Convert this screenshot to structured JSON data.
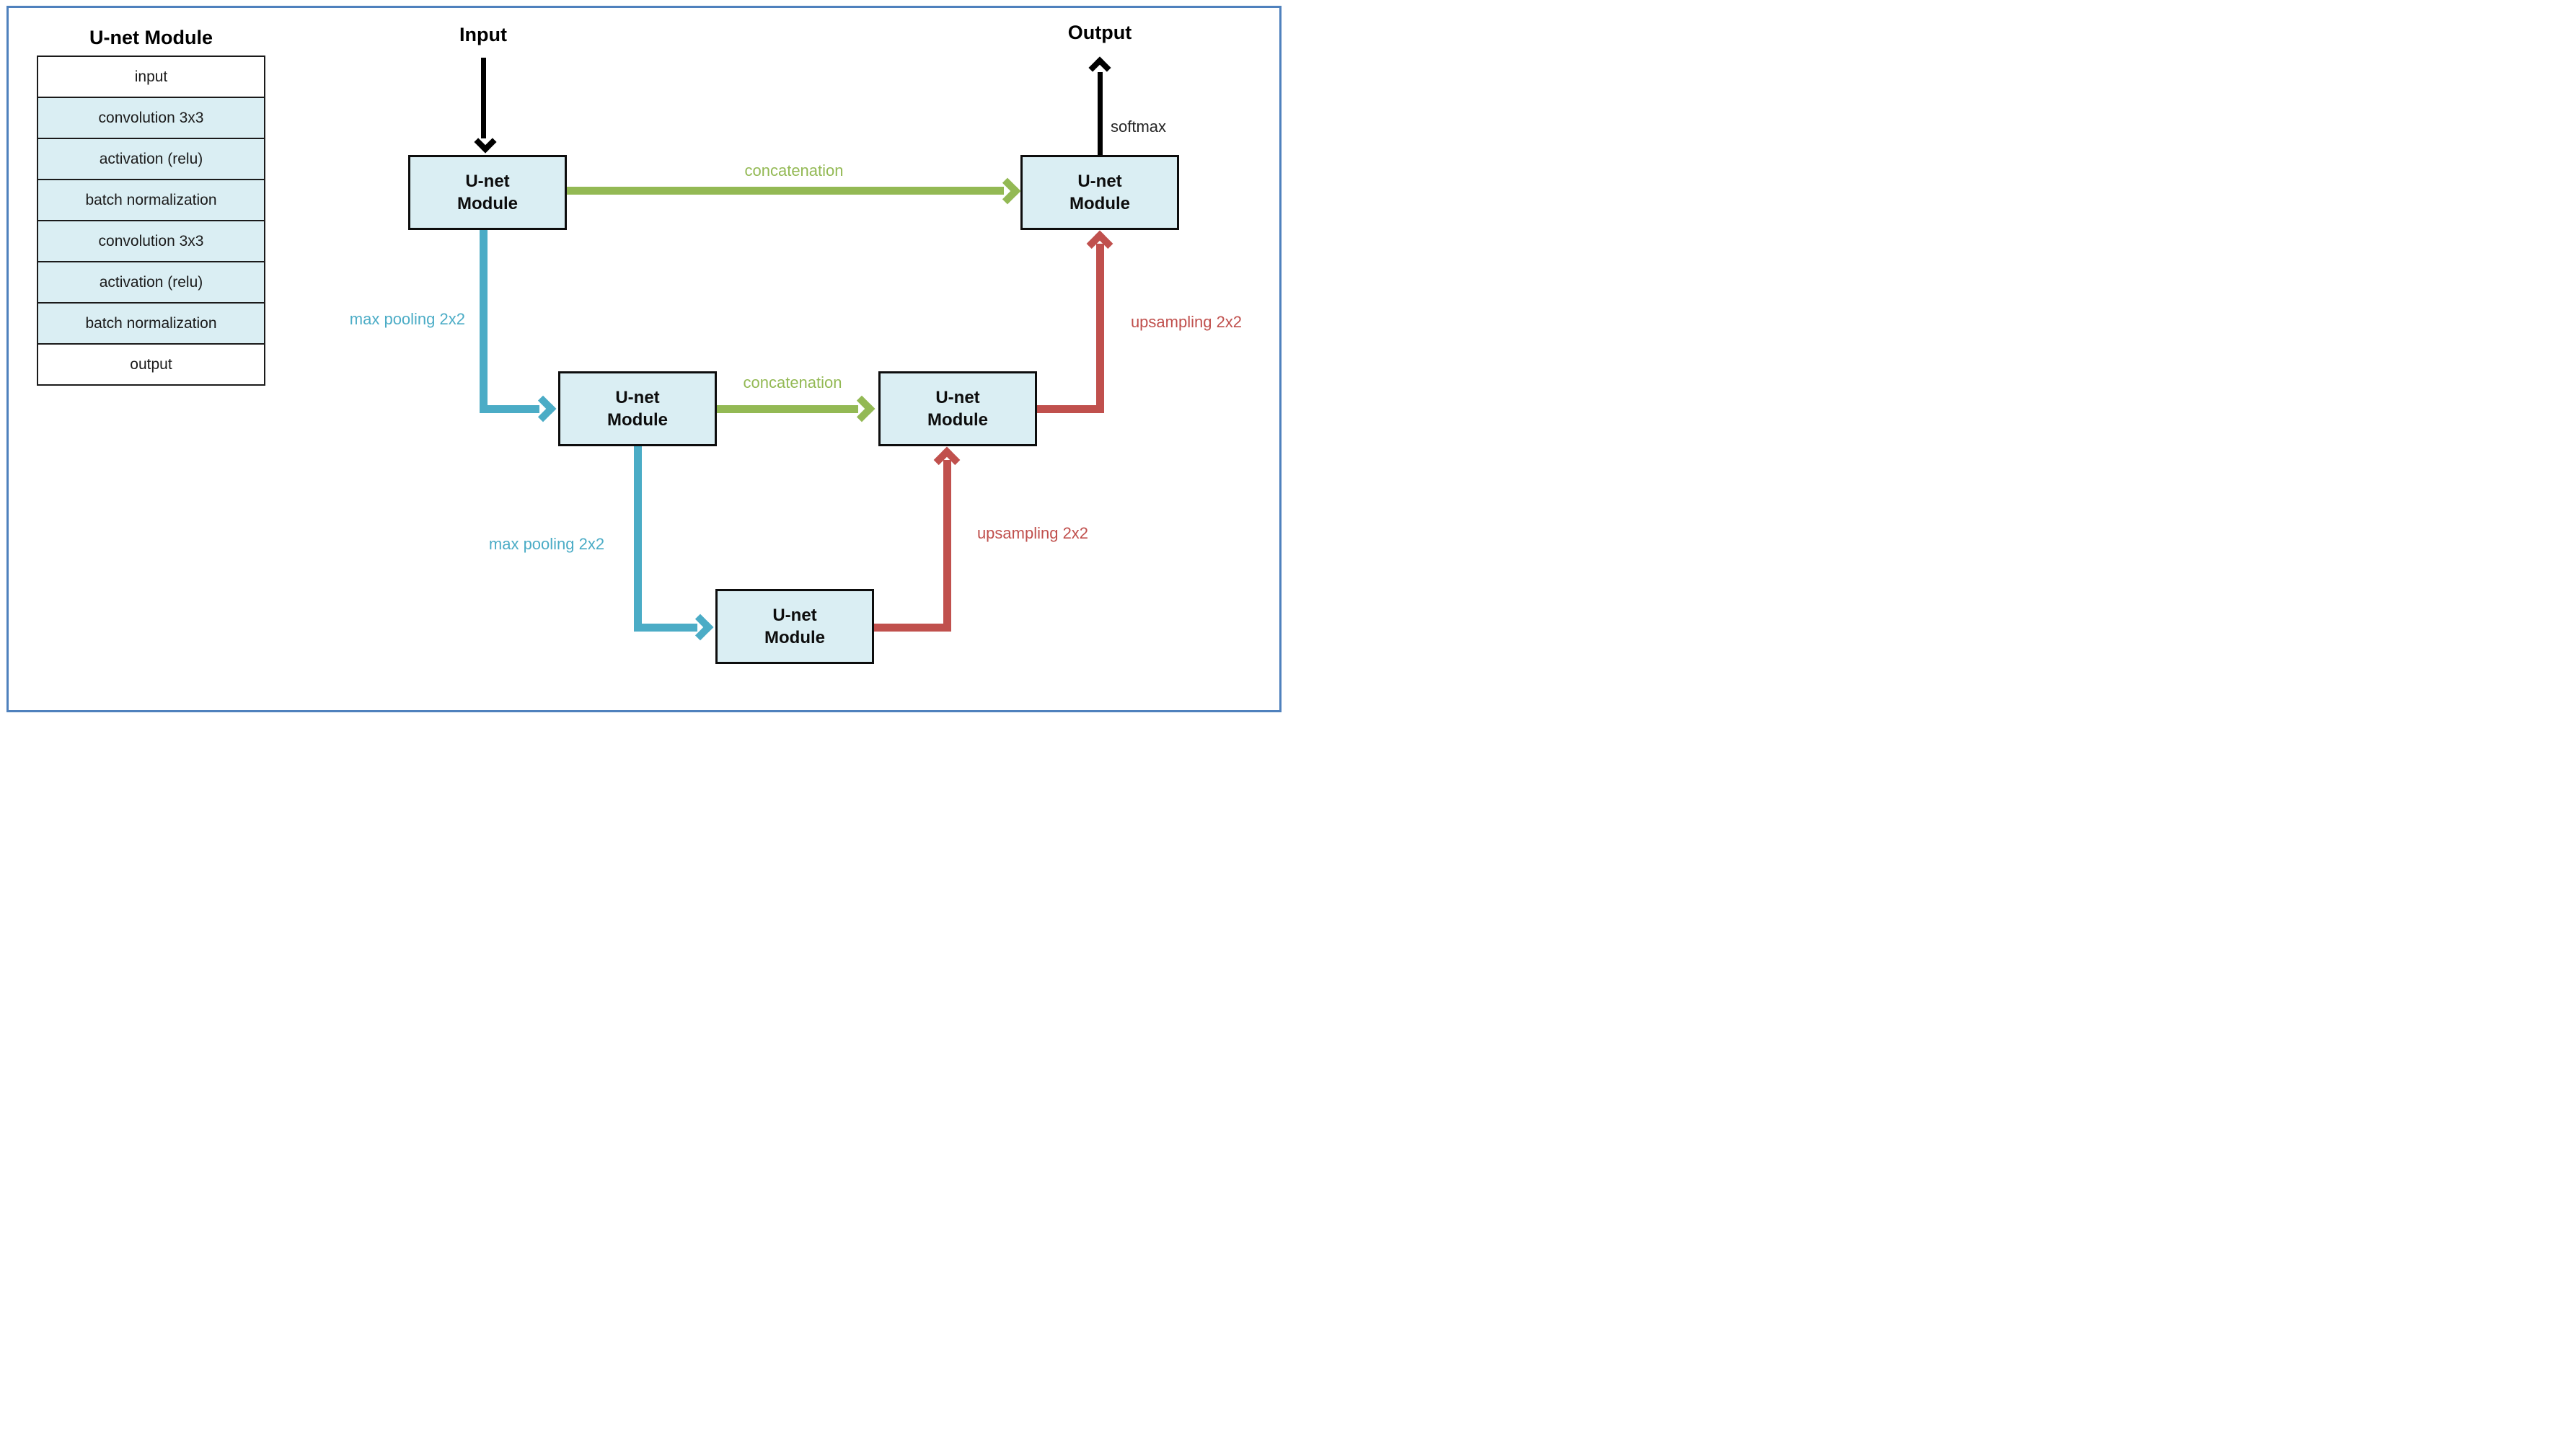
{
  "diagram": {
    "legend": {
      "title": "U-net Module",
      "rows": [
        "input",
        "convolution 3x3",
        "activation (relu)",
        "batch normalization",
        "convolution 3x3",
        "activation (relu)",
        "batch normalization",
        "output"
      ]
    },
    "nodes": {
      "module_label": "U-net Module",
      "input_label": "Input",
      "output_label": "Output",
      "softmax_label": "softmax"
    },
    "edges": {
      "concatenation_top": "concatenation",
      "concatenation_mid": "concatenation",
      "max_pooling_1": "max pooling 2x2",
      "max_pooling_2": "max pooling 2x2",
      "upsampling_1": "upsampling 2x2",
      "upsampling_2": "upsampling 2x2"
    },
    "colors": {
      "frame_border": "#4f81bd",
      "module_fill": "#daeef3",
      "module_border": "#0d0d0d",
      "concatenation": "#93b954",
      "max_pooling": "#4bacc6",
      "upsampling": "#c0504d",
      "io_arrows": "#000000"
    }
  }
}
